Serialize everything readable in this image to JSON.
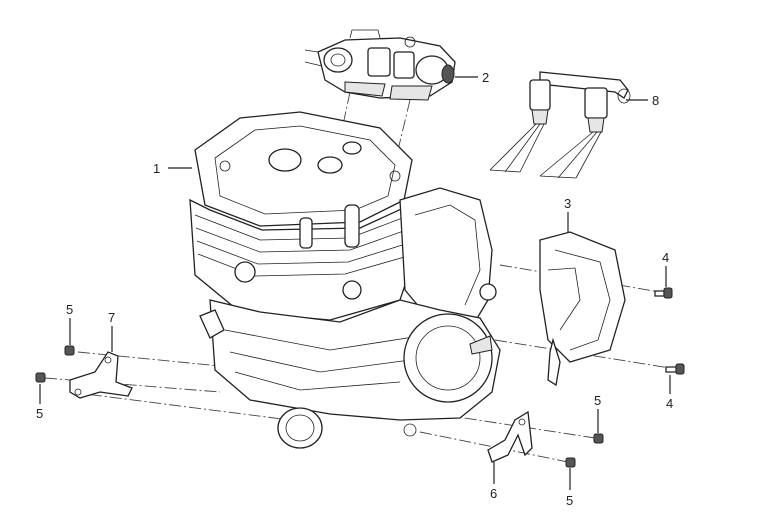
{
  "callouts": [
    {
      "id": "1",
      "label": "1"
    },
    {
      "id": "2",
      "label": "2"
    },
    {
      "id": "3",
      "label": "3"
    },
    {
      "id": "4a",
      "label": "4"
    },
    {
      "id": "4b",
      "label": "4"
    },
    {
      "id": "5a",
      "label": "5"
    },
    {
      "id": "5b",
      "label": "5"
    },
    {
      "id": "5c",
      "label": "5"
    },
    {
      "id": "5d",
      "label": "5"
    },
    {
      "id": "6",
      "label": "6"
    },
    {
      "id": "7",
      "label": "7"
    },
    {
      "id": "8",
      "label": "8"
    }
  ]
}
